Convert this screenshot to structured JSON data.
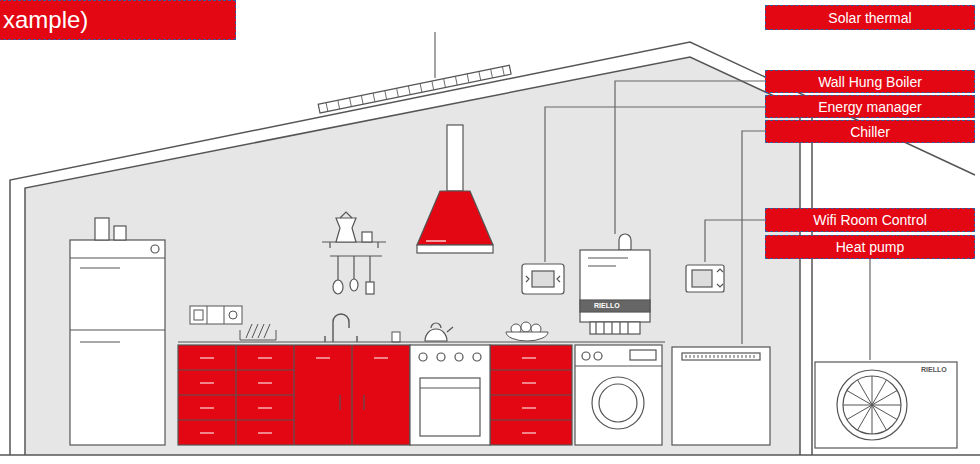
{
  "diagram": {
    "title": "xample)",
    "nodes": [
      {
        "text": [
          "Solar thermal"
        ]
      },
      {
        "text": [
          "Wall Hung Boiler"
        ]
      },
      {
        "text": [
          "Energy manager"
        ]
      },
      {
        "text": [
          "Chiller"
        ]
      },
      {
        "text": [
          "Wifi Room Control"
        ]
      },
      {
        "text": [
          "Heat pump"
        ]
      }
    ],
    "labels": [
      "RIELLO",
      "RIELLO"
    ]
  }
}
